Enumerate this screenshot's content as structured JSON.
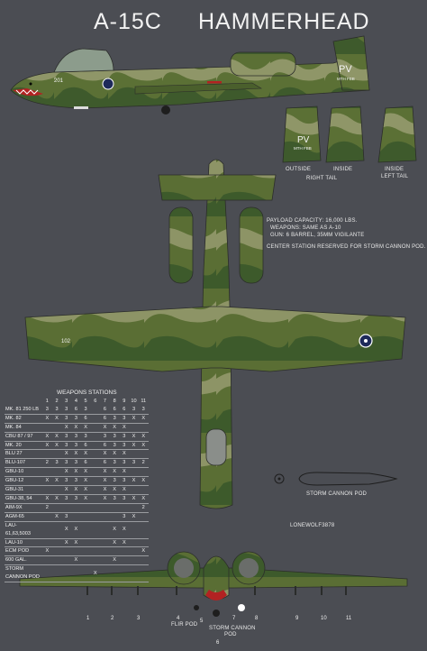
{
  "title": {
    "model": "A-15C",
    "name": "HAMMERHEAD"
  },
  "markings": {
    "nose_number": "201",
    "wing_number": "102",
    "tail_code": "PV",
    "tail_sub": "MTH FBB"
  },
  "tail_views": [
    "OUTSIDE",
    "INSIDE",
    "INSIDE"
  ],
  "tail_captions": {
    "right": "RIGHT TAIL",
    "left": "LEFT TAIL"
  },
  "specs": {
    "payload": "PAYLOAD CAPACITY:   16,000 LBS.",
    "weapons": "WEAPONS: SAME AS A-10",
    "gun": "GUN:    6 BARREL, 35MM VIGILANTE",
    "center": "CENTER STATION RESERVED FOR STORM CANNON POD."
  },
  "weapons_table": {
    "title": "WEAPONS STATIONS",
    "stations": [
      "1",
      "2",
      "3",
      "4",
      "5",
      "6",
      "7",
      "8",
      "9",
      "10",
      "11"
    ],
    "rows": [
      {
        "name": "MK. 81 250 LB",
        "cells": [
          "3",
          "3",
          "3",
          "6",
          "3",
          "",
          "6",
          "6",
          "6",
          "3",
          "3"
        ]
      },
      {
        "name": "MK. 82",
        "cells": [
          "X",
          "X",
          "3",
          "3",
          "6",
          "",
          "6",
          "3",
          "3",
          "X",
          "X"
        ]
      },
      {
        "name": "MK. 84",
        "cells": [
          "",
          "",
          "X",
          "X",
          "X",
          "",
          "X",
          "X",
          "X",
          "",
          ""
        ]
      },
      {
        "name": "CBU 87 / 97",
        "cells": [
          "X",
          "X",
          "3",
          "3",
          "3",
          "",
          "3",
          "3",
          "3",
          "X",
          "X"
        ]
      },
      {
        "name": "MK. 20",
        "cells": [
          "X",
          "X",
          "3",
          "3",
          "6",
          "",
          "6",
          "3",
          "3",
          "X",
          "X"
        ]
      },
      {
        "name": "BLU 27",
        "cells": [
          "",
          "",
          "X",
          "X",
          "X",
          "",
          "X",
          "X",
          "X",
          "",
          ""
        ]
      },
      {
        "name": "BLU-107",
        "cells": [
          "2",
          "3",
          "3",
          "3",
          "6",
          "",
          "6",
          "3",
          "3",
          "3",
          "2"
        ]
      },
      {
        "name": "GBU-10",
        "cells": [
          "",
          "",
          "X",
          "X",
          "X",
          "",
          "X",
          "X",
          "X",
          "",
          ""
        ]
      },
      {
        "name": "GBU-12",
        "cells": [
          "X",
          "X",
          "3",
          "3",
          "X",
          "",
          "X",
          "3",
          "3",
          "X",
          "X"
        ]
      },
      {
        "name": "GBU-31",
        "cells": [
          "",
          "",
          "X",
          "X",
          "X",
          "",
          "X",
          "X",
          "X",
          "",
          ""
        ]
      },
      {
        "name": "GBU-38, 54",
        "cells": [
          "X",
          "X",
          "3",
          "3",
          "X",
          "",
          "X",
          "3",
          "3",
          "X",
          "X"
        ]
      },
      {
        "name": "AIM-9X",
        "cells": [
          "2",
          "",
          "",
          "",
          "",
          "",
          "",
          "",
          "",
          "",
          "2"
        ]
      },
      {
        "name": "AGM-65",
        "cells": [
          "",
          "X",
          "3",
          "",
          "",
          "",
          "",
          "",
          "3",
          "X",
          ""
        ]
      },
      {
        "name": "LAU-61,63,5003",
        "cells": [
          "",
          "",
          "X",
          "X",
          "",
          "",
          "",
          "X",
          "X",
          "",
          ""
        ]
      },
      {
        "name": "LAU-10",
        "cells": [
          "",
          "",
          "X",
          "X",
          "",
          "",
          "",
          "X",
          "X",
          "",
          ""
        ]
      },
      {
        "name": "ECM POD",
        "cells": [
          "X",
          "",
          "",
          "",
          "",
          "",
          "",
          "",
          "",
          "",
          "X"
        ]
      },
      {
        "name": "600 GAL.",
        "cells": [
          "",
          "",
          "",
          "X",
          "",
          "",
          "",
          "X",
          "",
          "",
          ""
        ]
      },
      {
        "name": "STORM CANNON POD",
        "cells": [
          "",
          "",
          "",
          "",
          "",
          "X",
          "",
          "",
          "",
          "",
          ""
        ]
      }
    ]
  },
  "pod_caption": "STORM CANNON POD",
  "author": "LONEWOLF3878",
  "front_view": {
    "stations": [
      "1",
      "2",
      "3",
      "4",
      "5",
      "6",
      "7",
      "8",
      "9",
      "10",
      "11"
    ],
    "flir": "FLIR POD",
    "storm1": "STORM CANNON",
    "storm2": "POD"
  },
  "colors": {
    "background": "#4b4d53",
    "camo_green": "#5a6f33",
    "camo_tan": "#90966a",
    "camo_dark": "#3f5a2c"
  }
}
